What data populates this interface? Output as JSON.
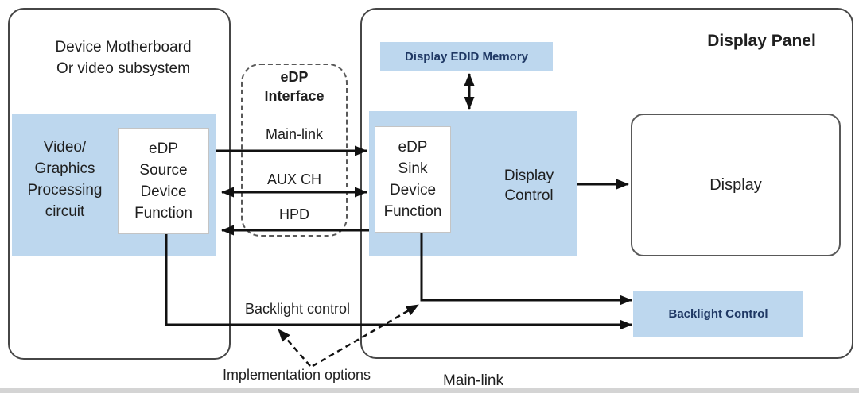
{
  "colors": {
    "block_fill": "#BDD7EE",
    "navy_text": "#1F3864",
    "line_color": "#111111"
  },
  "left_panel": {
    "title": [
      "Device Motherboard",
      "Or video subsystem"
    ],
    "processing_block": [
      "Video/",
      "Graphics",
      "Processing",
      "circuit"
    ],
    "source_block": [
      "eDP",
      "Source",
      "Device",
      "Function"
    ]
  },
  "edp_interface": {
    "title": [
      "eDP",
      "Interface"
    ],
    "main_link": "Main-link",
    "aux_ch": "AUX CH",
    "hpd": "HPD"
  },
  "display_panel": {
    "title": "Display Panel",
    "edid_memory": "Display EDID Memory",
    "sink_block": [
      "eDP",
      "Sink",
      "Device",
      "Function"
    ],
    "display_control": [
      "Display",
      "Control"
    ],
    "display": "Display",
    "backlight_control": "Backlight Control"
  },
  "annotations": {
    "backlight_control_label": "Backlight control",
    "implementation_options": "Implementation options",
    "main_link_caption": "Main-link"
  }
}
